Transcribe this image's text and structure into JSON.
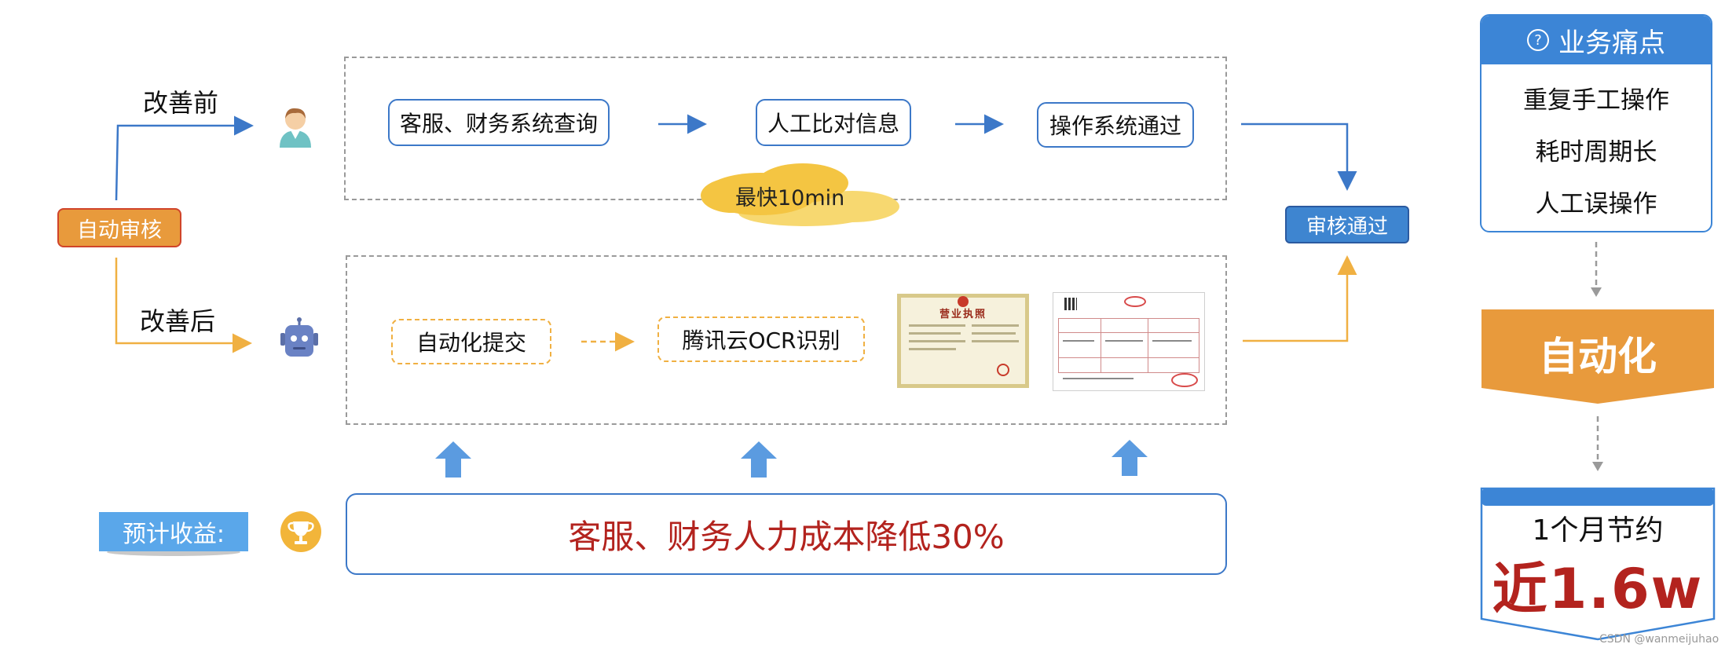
{
  "flow": {
    "start_label": "自动审核",
    "before_label": "改善前",
    "after_label": "改善后",
    "result_label": "审核通过",
    "before_steps": [
      "客服、财务系统查询",
      "人工比对信息",
      "操作系统通过"
    ],
    "fastest_label": "最快10min",
    "after_steps": [
      "自动化提交",
      "腾讯云OCR识别"
    ],
    "license_title": "营业执照"
  },
  "benefit": {
    "tag_label": "预计收益:",
    "text": "客服、财务人力成本降低30%"
  },
  "pain_points": {
    "title": "业务痛点",
    "items": [
      "重复手工操作",
      "耗时周期长",
      "人工误操作"
    ]
  },
  "automation_label": "自动化",
  "savings": {
    "line1": "1个月节约",
    "line2": "近1.6w"
  },
  "watermark": "CSDN @wanmeijuhao",
  "colors": {
    "blue": "#3c78c8",
    "orange": "#e89a3c",
    "yellow": "#f4c542",
    "red": "#b3231e",
    "arrow_blue": "#5b9be0"
  }
}
